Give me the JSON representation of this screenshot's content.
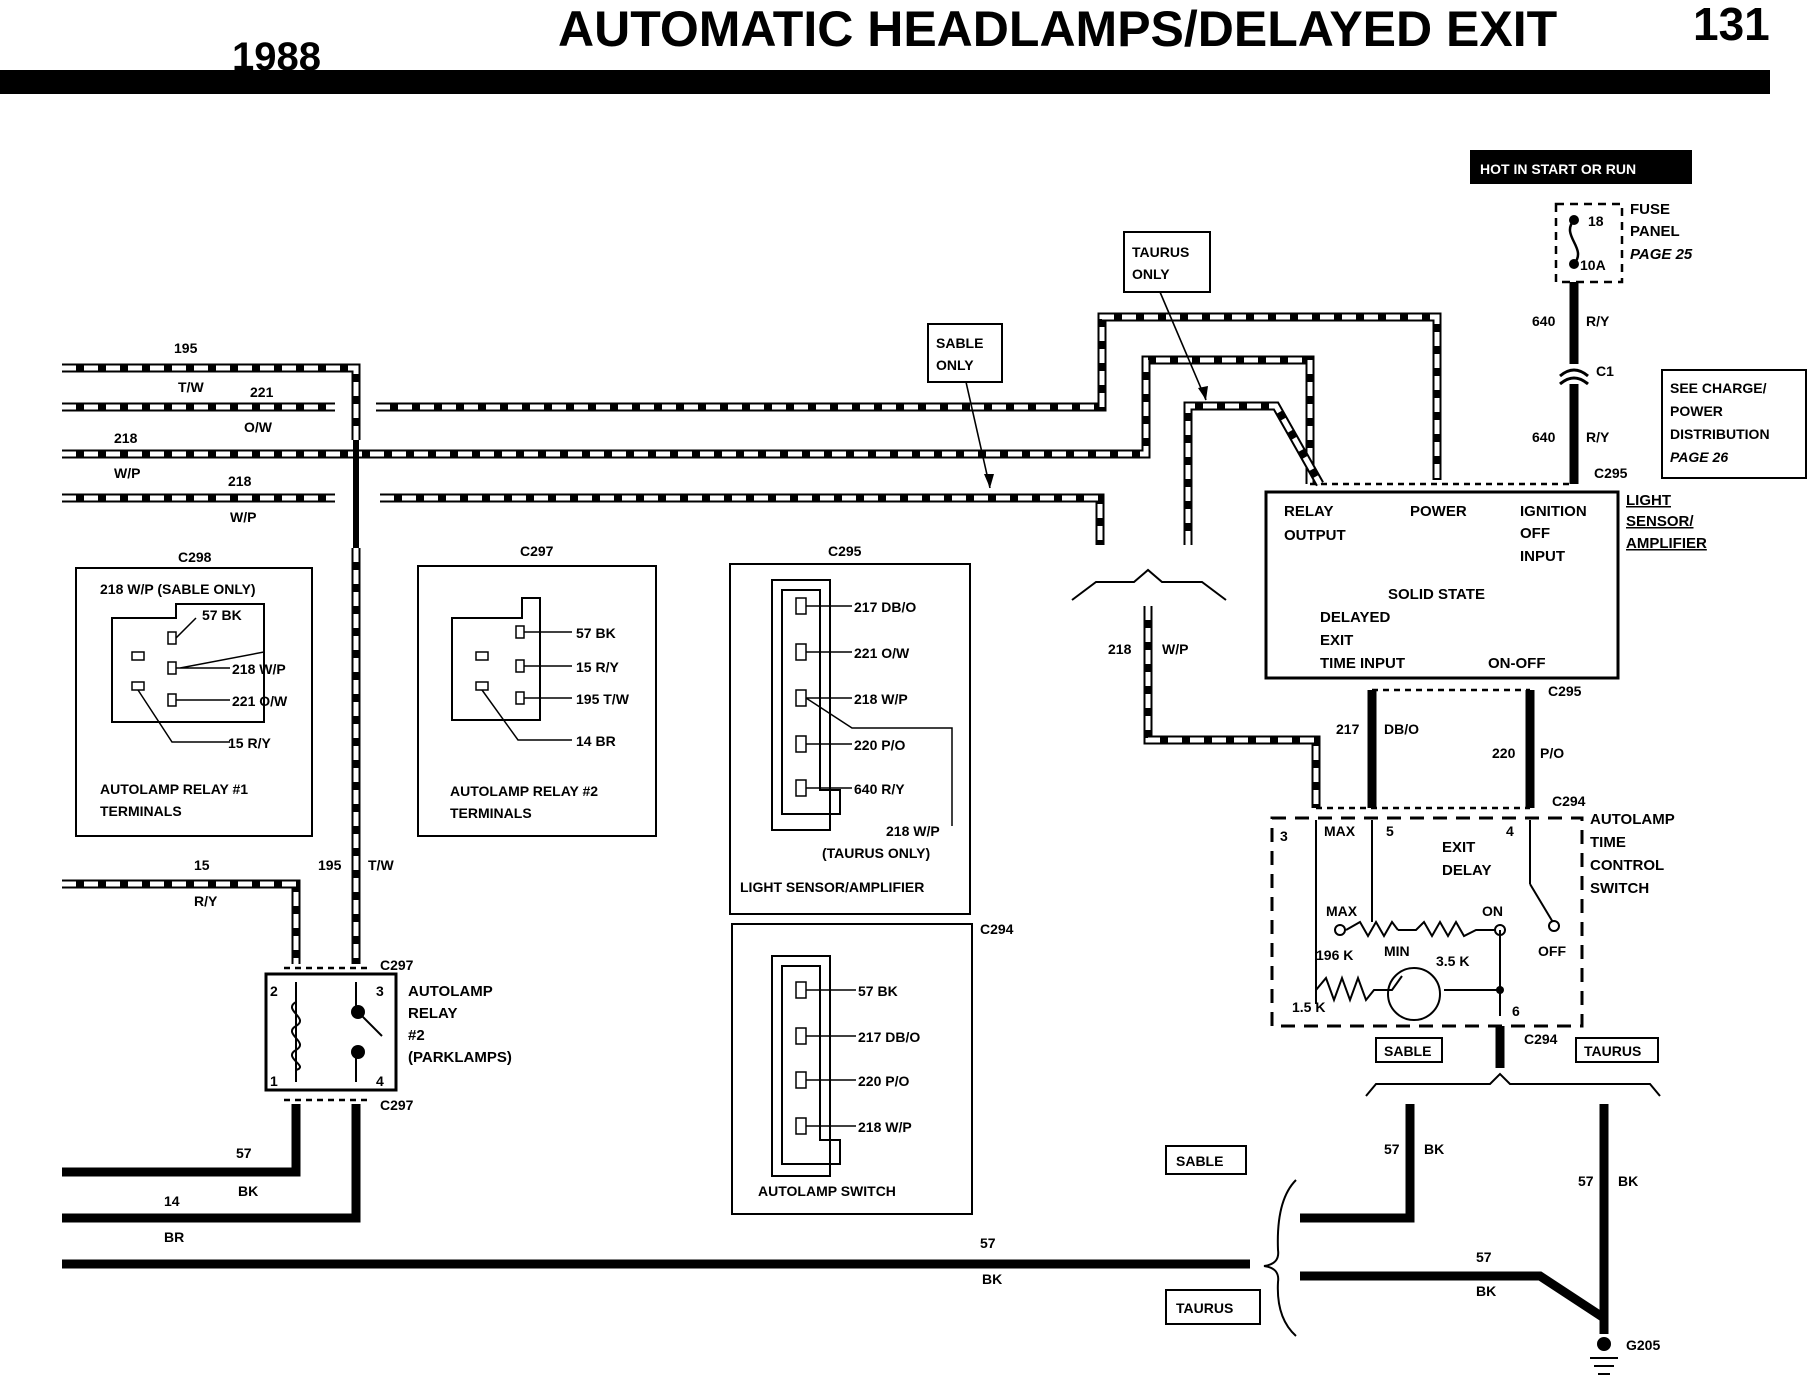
{
  "header": {
    "year": "1988",
    "title": "AUTOMATIC HEADLAMPS/DELAYED EXIT",
    "page": "131"
  },
  "power": {
    "hot_label": "HOT IN START OR RUN",
    "fuse_number": "18",
    "fuse_rating": "10A",
    "fuse_panel": [
      "FUSE",
      "PANEL"
    ],
    "fuse_page": "PAGE 25",
    "wire_upper": [
      "640",
      "R/Y"
    ],
    "connector": "C1",
    "wire_lower": [
      "640",
      "R/Y"
    ],
    "see_note": [
      "SEE CHARGE/",
      "POWER",
      "DISTRIBUTION"
    ],
    "see_page": "PAGE 26"
  },
  "callouts": {
    "sable_only": [
      "SABLE",
      "ONLY"
    ],
    "taurus_only": [
      "TAURUS",
      "ONLY"
    ]
  },
  "left_wires": [
    {
      "num": "195",
      "color": "T/W"
    },
    {
      "num": "221",
      "color": "O/W"
    },
    {
      "num": "218",
      "color": "W/P"
    },
    {
      "num": "218",
      "color": "W/P"
    }
  ],
  "module": {
    "connector": "C295",
    "name": [
      "LIGHT",
      "SENSOR/",
      "AMPLIFIER"
    ],
    "relay_output": [
      "RELAY",
      "OUTPUT"
    ],
    "power": "POWER",
    "ignition": [
      "IGNITION",
      "OFF",
      "INPUT"
    ],
    "center": [
      "SOLID STATE",
      "DELAYED",
      "EXIT",
      "TIME INPUT"
    ],
    "on_off": "ON-OFF",
    "bottom_connector": "C295"
  },
  "mid_wire": {
    "num": "218",
    "color": "W/P"
  },
  "module_out_wires": [
    {
      "num": "217",
      "color": "DB/O"
    },
    {
      "num": "220",
      "color": "P/O"
    }
  ],
  "switch": {
    "connector": "C294",
    "name": [
      "AUTOLAMP",
      "TIME",
      "CONTROL",
      "SWITCH"
    ],
    "pin3": "3",
    "max_top": "MAX",
    "pin5": "5",
    "pin4": "4",
    "exit_delay": [
      "EXIT",
      "DELAY"
    ],
    "max": "MAX",
    "on": "ON",
    "min": "MIN",
    "off": "OFF",
    "r196": "196 K",
    "r35": "3.5 K",
    "r15": "1.5 K",
    "pin6": "6",
    "bottom_connector": "C294",
    "sable": "SABLE",
    "taurus": "TAURUS"
  },
  "ground": {
    "sable_wire": [
      "57",
      "BK"
    ],
    "taurus_wire": [
      "57",
      "BK"
    ],
    "sable_tag": "SABLE",
    "taurus_tag": "TAURUS",
    "lower_wire": [
      "57",
      "BK"
    ],
    "g205": "G205"
  },
  "relay1": {
    "connector": "C298",
    "pins": [
      "218 W/P (SABLE ONLY)",
      "57 BK",
      "218 W/P",
      "221 O/W",
      "15 R/Y"
    ],
    "title": [
      "AUTOLAMP RELAY #1",
      "TERMINALS"
    ]
  },
  "relay2_terminals": {
    "connector": "C297",
    "pins": [
      "57 BK",
      "15 R/Y",
      "195 T/W",
      "14 BR"
    ],
    "title": [
      "AUTOLAMP RELAY #2",
      "TERMINALS"
    ]
  },
  "c295_view": {
    "connector": "C295",
    "pins": [
      "217 DB/O",
      "221 O/W",
      "218 W/P",
      "220 P/O",
      "640 R/Y"
    ],
    "note": [
      "218 W/P",
      "(TAURUS ONLY)"
    ],
    "title": "LIGHT SENSOR/AMPLIFIER"
  },
  "c294_view": {
    "connector": "C294",
    "pins": [
      "57 BK",
      "217 DB/O",
      "220 P/O",
      "218 W/P"
    ],
    "title": "AUTOLAMP SWITCH"
  },
  "relay2": {
    "top_connector": "C297",
    "bottom_connector": "C297",
    "pins": [
      "2",
      "3",
      "1",
      "4"
    ],
    "name": [
      "AUTOLAMP",
      "RELAY",
      "#2",
      "(PARKLAMPS)"
    ],
    "wire15": [
      "15",
      "R/Y"
    ],
    "wire195": [
      "195",
      "T/W"
    ],
    "wire57": [
      "57",
      "BK"
    ],
    "wire14": [
      "14",
      "BR"
    ],
    "wire57_long": [
      "57",
      "BK"
    ]
  }
}
